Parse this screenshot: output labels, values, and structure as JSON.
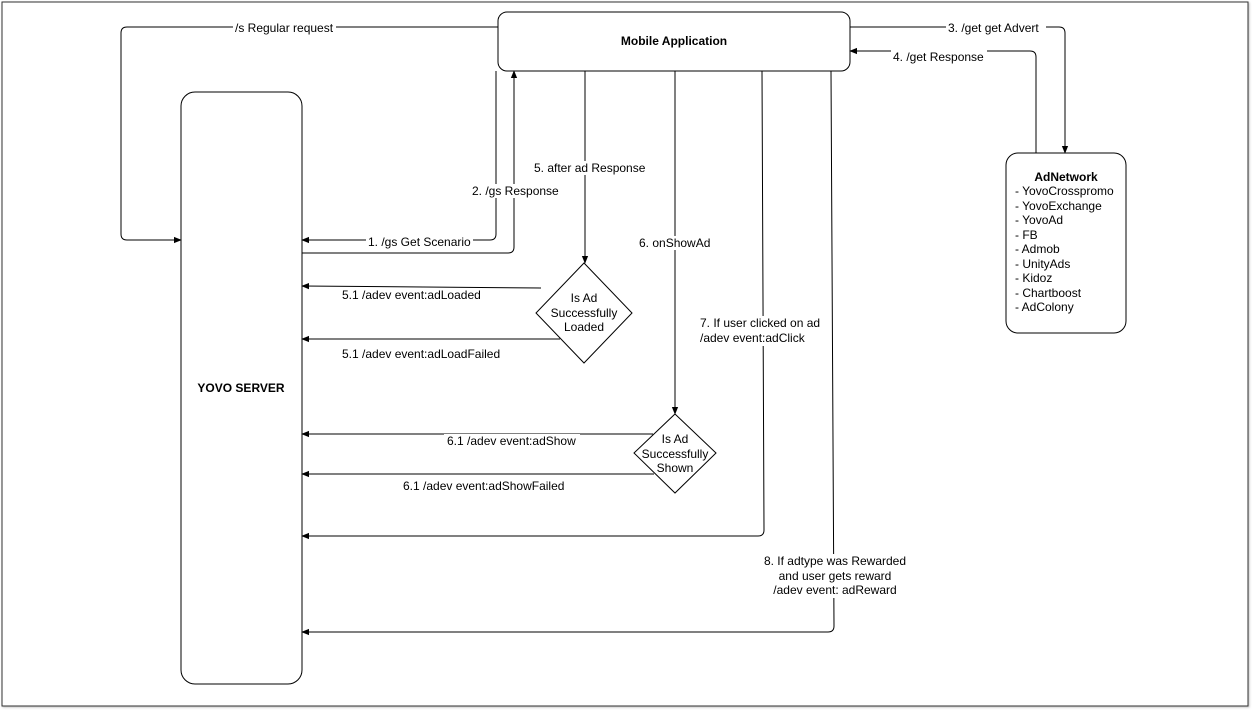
{
  "nodes": {
    "mobile_app": "Mobile Application",
    "yovo_server": "YOVO SERVER",
    "adnetwork": {
      "title": "AdNetwork",
      "items": [
        "- YovoCrosspromo",
        "- YovoExchange",
        "- YovoAd",
        "- FB",
        "- Admob",
        "- UnityAds",
        "- Kidoz",
        "- Chartboost",
        "- AdColony"
      ]
    },
    "decision_loaded": [
      "Is Ad",
      "Successfully",
      "Loaded"
    ],
    "decision_shown": [
      "Is Ad",
      "Successfully",
      "Shown"
    ]
  },
  "edges": {
    "regular_request": "/s Regular request",
    "get_scenario": "1. /gs Get Scenario",
    "gs_response": "2. /gs Response",
    "get_advert": "3. /get get Advert",
    "get_response": "4. /get Response",
    "after_ad_response": "5. after ad Response",
    "ad_loaded": "5.1 /adev event:adLoaded",
    "ad_load_failed": "5.1 /adev event:adLoadFailed",
    "on_show_ad": "6. onShowAd",
    "ad_show": "6.1 /adev event:adShow",
    "ad_show_failed": "6.1 /adev event:adShowFailed",
    "ad_click": [
      "7. If user clicked on ad",
      "/adev event:adClick"
    ],
    "ad_reward": [
      "8. If adtype was Rewarded",
      "and user gets reward",
      "/adev event: adReward"
    ]
  }
}
